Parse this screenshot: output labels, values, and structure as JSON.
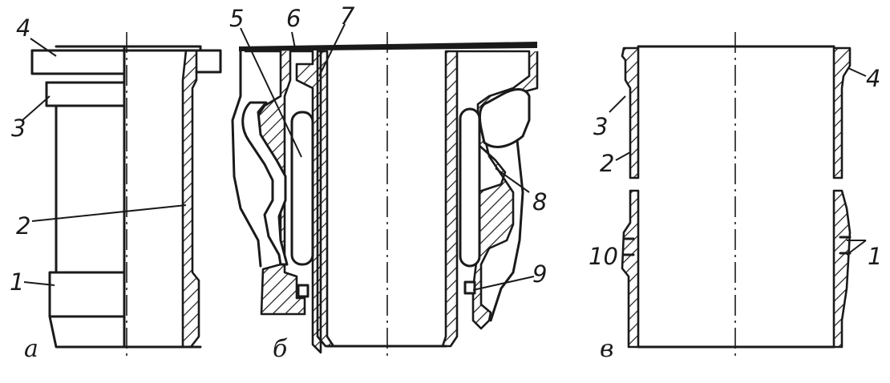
{
  "figure": {
    "panels": [
      {
        "id": "a",
        "caption": "а"
      },
      {
        "id": "b",
        "caption": "б"
      },
      {
        "id": "v",
        "caption": "в"
      }
    ],
    "labels_a": [
      "4",
      "3",
      "2",
      "1"
    ],
    "labels_b": [
      "5",
      "6",
      "7",
      "8",
      "9"
    ],
    "labels_v": [
      "4",
      "3",
      "2",
      "10",
      "1"
    ]
  },
  "colors": {
    "ink": "#1a1a1a",
    "paper": "#ffffff"
  }
}
